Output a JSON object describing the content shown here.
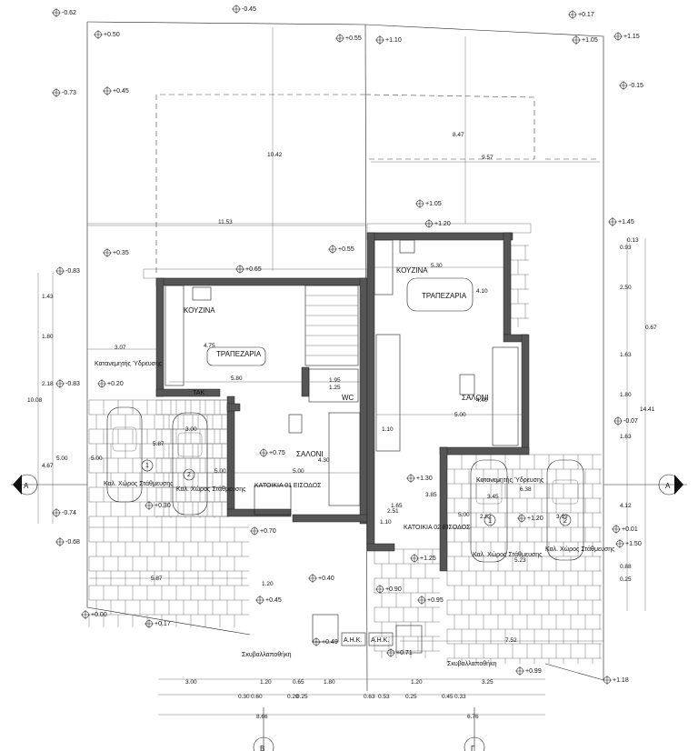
{
  "rooms": {
    "kitchen_1": "ΚΟΥΖΙΝΑ",
    "dining_1": "ΤΡΑΠΕΖΑΡΙΑ",
    "living_1": "ΣΑΛΟΝΙ",
    "wc_1": "WC",
    "entrance_1": "ΚΑΤΟΙΚΙΑ 01 ΕΙΣΟΔΟΣ",
    "kitchen_2": "ΚΟΥΖΙΝΑ",
    "dining_2": "ΤΡΑΠΕΖΑΡΙΑ",
    "living_2": "ΣΑΛΟΝΙ",
    "entrance_2": "ΚΑΤΟΙΚΙΑ 02 ΕΙΣΟΔΟΣ",
    "meter_1": "Κατανεμητής Ύδρευσης",
    "meter_2": "Κατανεμητής Ύδρευσης",
    "parking_1a": "Καλ. Χώρος Στάθμευσης",
    "parking_1b": "Καλ. Χώρος Στάθμευσης",
    "parking_2a": "Καλ. Χώρος Στάθμευσης",
    "parking_2b": "Καλ. Χώρος Στάθμευσης",
    "bins_1": "Σκυβαλλαποθήκη",
    "bins_2": "Σκυβαλλαποθήκη",
    "ahk_1": "Α.Η.Κ.",
    "ahk_2": "Α.Η.Κ.",
    "tak": "ΤΑΚ"
  },
  "sections": {
    "a_left": "A",
    "a_right": "A",
    "b": "B",
    "c": "Γ"
  },
  "parking_numbers": [
    "1",
    "2",
    "1",
    "2"
  ],
  "levels": [
    "-0.62",
    "-0.45",
    "+0.17",
    "+0.50",
    "+0.55",
    "+1.10",
    "+1.05",
    "+1.15",
    "-0.73",
    "+0.45",
    "-0.15",
    "+1.05",
    "+1.20",
    "+1.45",
    "+0.35",
    "+0.55",
    "+0.65",
    "-0.83",
    "-0.83",
    "+0.20",
    "+0.75",
    "-0.07",
    "+1.30",
    "+0.30",
    "-0.74",
    "-0.68",
    "+0.70",
    "+1.20",
    "+0.01",
    "+1.50",
    "+1.25",
    "+0.40",
    "+0.90",
    "+0.45",
    "+0.95",
    "+0.00",
    "+0.17",
    "+0.49",
    "+0.71",
    "+0.99",
    "+1.18"
  ],
  "dims": {
    "d10_42": "10.42",
    "d8_47": "8.47",
    "d9_57": "9.57",
    "d11_53": "11.53",
    "d3_07": "3.07",
    "d4_75": "4.75",
    "d5_80": "5.80",
    "d1_95": "1.95",
    "d1_25": "1.25",
    "d3_00": "3.00",
    "d5_87a": "5.87",
    "d5_00a": "5.00",
    "d5_00b": "5.00",
    "d4_30": "4.30",
    "d5_00c": "5.00",
    "d5_30": "5.30",
    "d4_10": "4.10",
    "d4_40": "4.40",
    "d5_00d": "5.00",
    "d1_10a": "1.10",
    "d3_85": "3.85",
    "d3_45": "3.45",
    "d6_38": "6.38",
    "d1_65": "1.65",
    "d2_51": "2.51",
    "d1_10b": "1.10",
    "d5_00e": "5.00",
    "d2_82": "2.82",
    "d3_19": "3.19",
    "d5_23": "5.23",
    "d5_87b": "5.87",
    "d1_20": "1.20",
    "d7_52": "7.52",
    "v1_43": "1.43",
    "v1_80": "1.80",
    "v2_18": "2.18",
    "v10_08": "10.08",
    "v4_67": "4.67",
    "v5_00": "5.00",
    "r0_13": "0.13",
    "r0_93": "0.93",
    "r2_50": "2.50",
    "r0_67": "0.67",
    "r1_63a": "1.63",
    "r1_80": "1.80",
    "r14_41": "14.41",
    "r1_63b": "1.63",
    "r4_12": "4.12",
    "r0_88": "0.88",
    "r0_25": "0.25",
    "b3_00": "3.00",
    "b1_20a": "1.20",
    "b0_65": "0.65",
    "b1_80": "1.80",
    "b1_20b": "1.20",
    "b3_25": "3.25",
    "s0_30": "0.30",
    "s0_60": "0.60",
    "s0_20": "0.20",
    "s0_25a": "0.25",
    "s0_63": "0.63",
    "s0_53": "0.53",
    "s0_25b": "0.25",
    "s0_45": "0.45",
    "s0_33": "0.33",
    "t8_66": "8.66",
    "t6_76": "6.76"
  }
}
